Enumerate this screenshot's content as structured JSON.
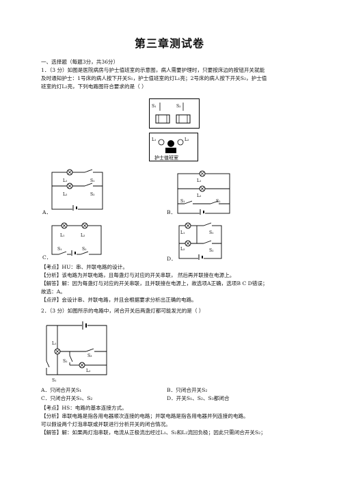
{
  "title": "第三章测试卷",
  "section": "一、选择题（每题3分，共36分）",
  "q1": {
    "line1": "1．（3 分）如图是医院病房与护士值班室的示意图，病人需要护理时，只要按床边的按钮开关就能",
    "line2": "及时通知护士：1号床的病人按下开关S₁，护士值班室的灯L₁亮；2号床的病人按下开关S₂，护士值",
    "line3": "班室的灯L₂亮，下列电路图符合要求的是（      ）",
    "room_label": "护士值班室",
    "optA": "A．",
    "optB": "B．",
    "optC": "C．",
    "optD": "D．",
    "kaodian": "【考点】HU：串、并联电路的设计。",
    "fenxi": "【分析】该电路为并联电路，且每盏灯与对应的开关串联， 然后再并联接在电源上。",
    "jieda1": "【解答】解：因为每盏灯与对应的开关串联，且并联接在电源上，故选项A正确，选项B C D错误；",
    "jieda2": "故选：A。",
    "dianping": "【点评】会设计串、并联电路，并且会根据要求分析出正确的电路。"
  },
  "q2": {
    "stem": "2．（3 分）如图所示的电路中，闭合开关后两盏灯都可能发光的是（      ）",
    "A": "A．只闭合开关S₁",
    "B": "B．只闭合开关S₂",
    "C": "C．只闭合开关S₁、S₂",
    "D": "D．开关S₁、S₂、S₃都闭合",
    "kaodian": "【考点】HS：电路的基本连接方式。",
    "fenxi": "【分析】串联电路是指各用电器顺次连接的电路；并联电路是指各用电器并列连接的电路。",
    "note": "可以假设两个灯泡串联或并联进行分析开关的闭合情况。",
    "jieda": "【解答】解：如果两灯泡串联，电流从正极流出经过L₁、S₂和L₂流回负极；因此只需闭合开关S₂；"
  },
  "labels": {
    "L1": "L₁",
    "L2": "L₂",
    "S1": "S₁",
    "S2": "S₂",
    "S3": "S₃"
  }
}
